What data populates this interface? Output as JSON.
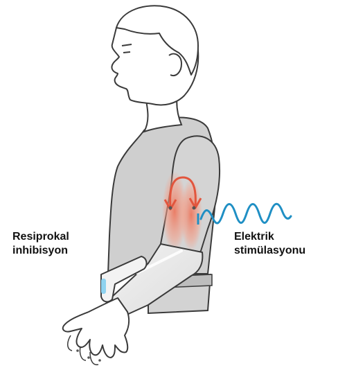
{
  "labels": {
    "left_line1": "Resiprokal",
    "left_line2": "inhibisyon",
    "right_line1": "Elektrik",
    "right_line2": "stimülasyonu"
  },
  "colors": {
    "outline": "#3a3a3a",
    "body_fill": "#c9c9c9",
    "sleeve_fill": "#d9d9d9",
    "cuff_fill": "#ececec",
    "muscle_glow": "#f08a6e",
    "arc": "#e2553d",
    "wave": "#1f8fc4",
    "device_accent": "#8fd3f0"
  }
}
